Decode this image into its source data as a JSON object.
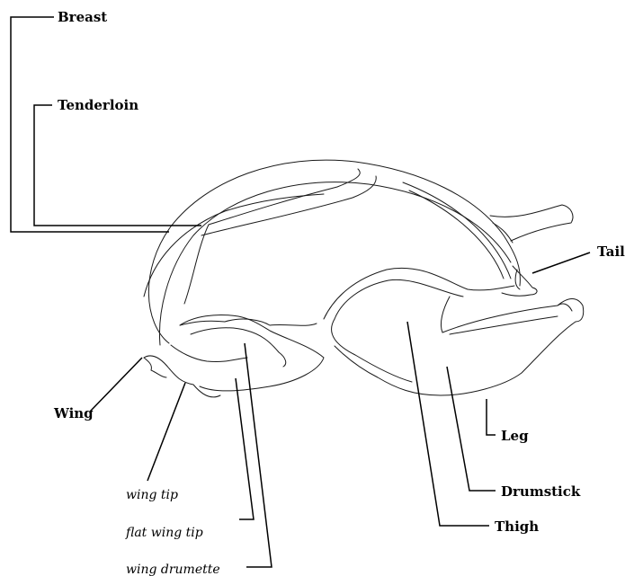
{
  "labels": {
    "breast": "Breast",
    "tenderloin": "Tenderloin",
    "tail": "Tail",
    "wing": "Wing",
    "wing_tip": "wing tip",
    "flat_wing_tip": "flat wing tip",
    "wing_drumette": "wing drumette",
    "leg": "Leg",
    "drumstick": "Drumstick",
    "thigh": "Thigh"
  }
}
